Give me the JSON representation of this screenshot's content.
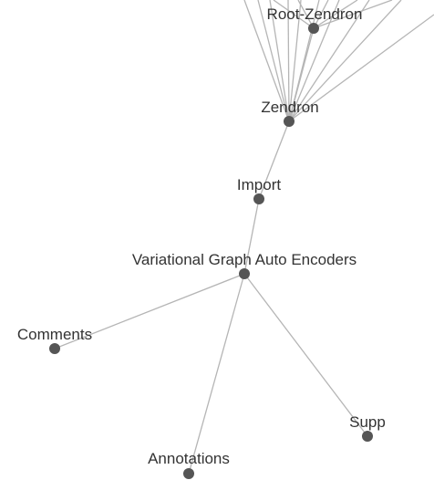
{
  "graph": {
    "nodes": [
      {
        "id": "root-zendron",
        "label": "Root-Zendron"
      },
      {
        "id": "zendron",
        "label": "Zendron"
      },
      {
        "id": "import",
        "label": "Import"
      },
      {
        "id": "vgae",
        "label": "Variational Graph Auto Encoders"
      },
      {
        "id": "comments",
        "label": "Comments"
      },
      {
        "id": "supp",
        "label": "Supp"
      },
      {
        "id": "annotations",
        "label": "Annotations"
      }
    ],
    "edges": [
      {
        "source": "root-zendron",
        "target": "zendron"
      },
      {
        "source": "zendron",
        "target": "import"
      },
      {
        "source": "import",
        "target": "vgae"
      },
      {
        "source": "vgae",
        "target": "comments"
      },
      {
        "source": "vgae",
        "target": "supp"
      },
      {
        "source": "vgae",
        "target": "annotations"
      }
    ],
    "colors": {
      "edge": "#b5b5b5",
      "node": "#555555",
      "label": "#333333",
      "background": "#ffffff"
    }
  }
}
